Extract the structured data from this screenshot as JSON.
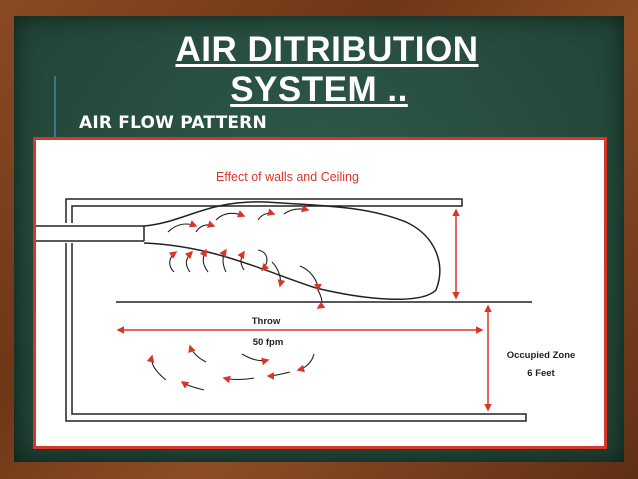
{
  "slide": {
    "title_line1": "AIR DITRIBUTION",
    "title_line2": "SYSTEM ..",
    "subtitle": "AIR FLOW PATTERN"
  },
  "diagram": {
    "heading": "Effect of walls and Ceiling",
    "throw_label": "Throw",
    "velocity_label": "50 fpm",
    "zone_label": "Occupied Zone",
    "zone_height_label": "6 Feet",
    "colors": {
      "border": "#d9362b",
      "arrow": "#d9362b",
      "heading": "#d9362b",
      "line": "#222222"
    }
  }
}
